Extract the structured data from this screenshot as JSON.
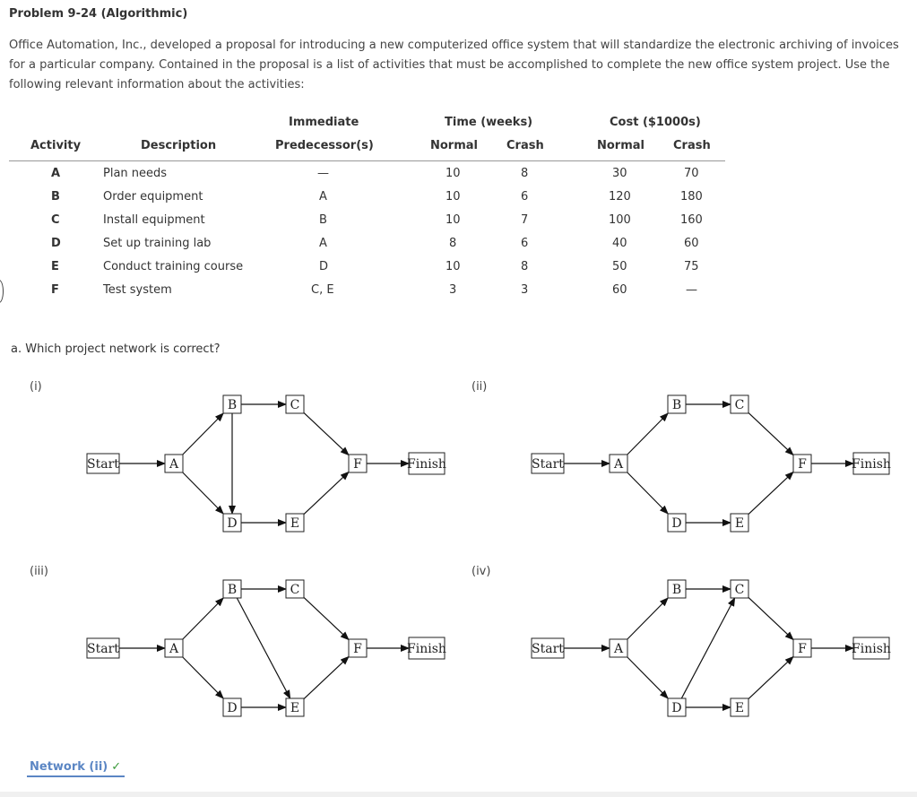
{
  "problem": {
    "title": "Problem 9-24 (Algorithmic)",
    "intro": "Office Automation, Inc., developed a proposal for introducing a new computerized office system that will standardize the electronic archiving of invoices for a particular company. Contained in the proposal is a list of activities that must be accomplished to complete the new office system project. Use the following relevant information about the activities:"
  },
  "table": {
    "headers": {
      "activity": "Activity",
      "description": "Description",
      "pred_top": "Immediate",
      "pred_bottom": "Predecessor(s)",
      "time_group": "Time (weeks)",
      "time_normal": "Normal",
      "time_crash": "Crash",
      "cost_group": "Cost ($1000s)",
      "cost_normal": "Normal",
      "cost_crash": "Crash"
    },
    "rows": [
      {
        "activity": "A",
        "description": "Plan needs",
        "predecessors": "—",
        "time_normal": "10",
        "time_crash": "8",
        "cost_normal": "30",
        "cost_crash": "70"
      },
      {
        "activity": "B",
        "description": "Order equipment",
        "predecessors": "A",
        "time_normal": "10",
        "time_crash": "6",
        "cost_normal": "120",
        "cost_crash": "180"
      },
      {
        "activity": "C",
        "description": "Install equipment",
        "predecessors": "B",
        "time_normal": "10",
        "time_crash": "7",
        "cost_normal": "100",
        "cost_crash": "160"
      },
      {
        "activity": "D",
        "description": "Set up training lab",
        "predecessors": "A",
        "time_normal": "8",
        "time_crash": "6",
        "cost_normal": "40",
        "cost_crash": "60"
      },
      {
        "activity": "E",
        "description": "Conduct training course",
        "predecessors": "D",
        "time_normal": "10",
        "time_crash": "8",
        "cost_normal": "50",
        "cost_crash": "75"
      },
      {
        "activity": "F",
        "description": "Test system",
        "predecessors": "C, E",
        "time_normal": "3",
        "time_crash": "3",
        "cost_normal": "60",
        "cost_crash": "—"
      }
    ]
  },
  "question": "a. Which project network is correct?",
  "networks": [
    {
      "label": "(i)",
      "nodes": {
        "start": "Start",
        "a": "A",
        "b": "B",
        "c": "C",
        "d": "D",
        "e": "E",
        "f": "F",
        "finish": "Finish"
      }
    },
    {
      "label": "(ii)",
      "nodes": {
        "start": "Start",
        "a": "A",
        "b": "B",
        "c": "C",
        "d": "D",
        "e": "E",
        "f": "F",
        "finish": "Finish"
      }
    },
    {
      "label": "(iii)",
      "nodes": {
        "start": "Start",
        "a": "A",
        "b": "B",
        "c": "C",
        "d": "D",
        "e": "E",
        "f": "F",
        "finish": "Finish"
      }
    },
    {
      "label": "(iv)",
      "nodes": {
        "start": "Start",
        "a": "A",
        "b": "B",
        "c": "C",
        "d": "D",
        "e": "E",
        "f": "F",
        "finish": "Finish"
      }
    }
  ],
  "answer": {
    "text": "Network (ii)",
    "check": "✓",
    "colors": {
      "text": "#5b86c4",
      "check": "#3a9a3a"
    }
  }
}
